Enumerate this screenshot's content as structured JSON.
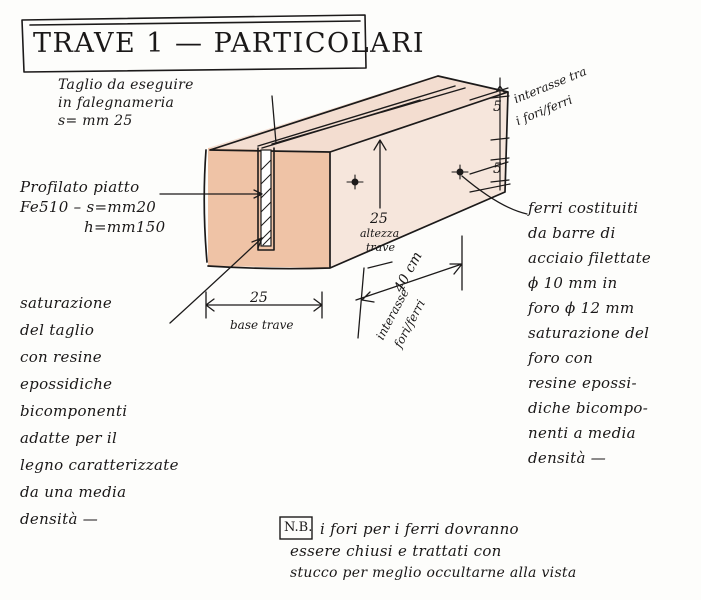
{
  "title": "TRAVE 1 — PARTICOLARI",
  "notes": {
    "taglio": [
      "Taglio da eseguire",
      "in falegnameria",
      "s= mm 25"
    ],
    "profilato": [
      "Profilato piatto",
      "Fe510 – s=mm20",
      "h=mm150"
    ],
    "saturazione_taglio": [
      "saturazione",
      "del taglio",
      "con resine",
      "epossidiche",
      "bicomponenti",
      "adatte per il",
      "legno caratterizzate",
      "da una media",
      "densità —"
    ],
    "ferri": [
      "ferri costituiti",
      "da barre di",
      "acciaio filettate",
      "ϕ 10 mm in",
      "foro ϕ 12 mm",
      "saturazione del",
      "foro con",
      "resine epossi-",
      "diche bicompo-",
      "nenti a media",
      "densità —"
    ],
    "nb": [
      "i fori per i ferri dovranno",
      "essere chiusi e trattati con",
      "stucco per meglio occultarne alla vista"
    ]
  },
  "labels": {
    "nb_box": "N.B.",
    "base_val": "25",
    "base_txt": "base trave",
    "alt_val": "25",
    "alt_txt1": "altezza",
    "alt_txt2": "trave",
    "interasse_fori_val": "5",
    "interasse_fori_txt1": "interasse tra",
    "interasse_fori_txt2": "i fori/ferri",
    "interasse_fori_val2": "5",
    "interasse_ferri_val": "40 cm",
    "interasse_ferri_txt1": "interasse",
    "interasse_ferri_txt2": "fori/ferri"
  }
}
